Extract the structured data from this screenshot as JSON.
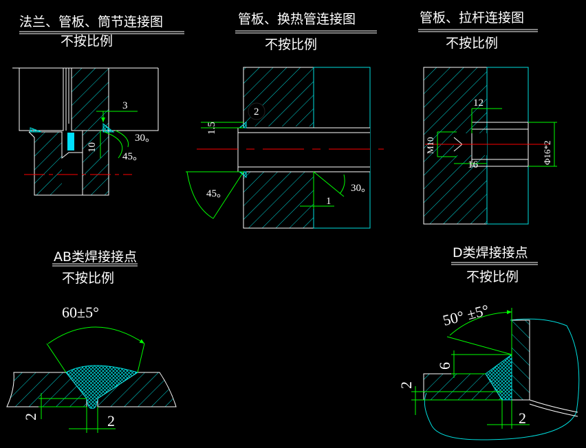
{
  "colors": {
    "background": "#000000",
    "outline": "#ffffff",
    "hatch": "#00e0e0",
    "dimension": "#00ff00",
    "centerline": "#ff0000"
  },
  "views": {
    "flange": {
      "title": "法兰、管板、筒节连接图",
      "subtitle": "不按比例",
      "dims": {
        "d1": "3",
        "d2": "10",
        "a1": "30。",
        "a2": "45。"
      }
    },
    "tube": {
      "title": "管板、换热管连接图",
      "subtitle": "不按比例",
      "dims": {
        "d1": "1.5",
        "d2": "2",
        "d3": "1",
        "a1": "45。",
        "a2": "30。"
      }
    },
    "rod": {
      "title": "管板、拉杆连接图",
      "subtitle": "不按比例",
      "dims": {
        "d1": "12",
        "d2": "16",
        "d3": "M10",
        "d4": "Φ16*2"
      }
    },
    "ab": {
      "title": "AB类焊接接点",
      "subtitle": "不按比例",
      "dims": {
        "angle": "60±5°",
        "d1": "2",
        "d2": "2"
      }
    },
    "d": {
      "title": "D类焊接接点",
      "subtitle": "不按比例",
      "dims": {
        "angle": "50° ±5°",
        "d1": "6",
        "d2": "2",
        "d3": "2"
      }
    }
  }
}
